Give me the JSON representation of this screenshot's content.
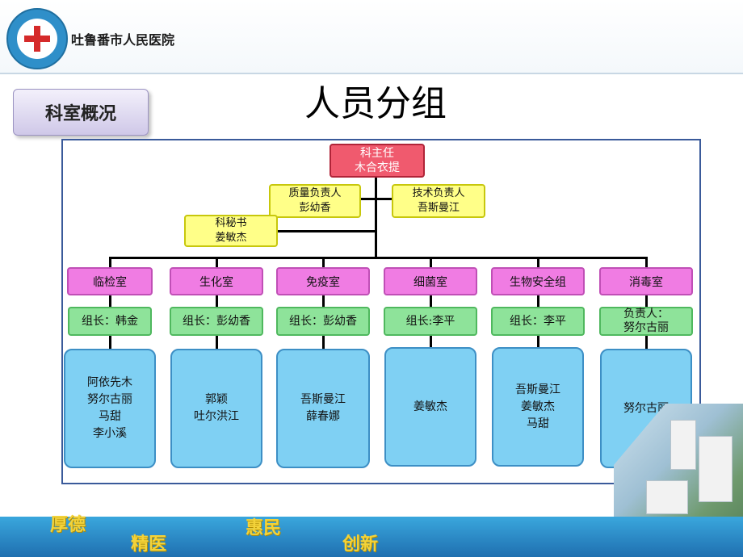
{
  "header": {
    "hospital_name": "吐鲁番市人民医院"
  },
  "section_tab": "科室概况",
  "title": "人员分组",
  "org": {
    "director": {
      "role": "科主任",
      "name": "木合衣提"
    },
    "quality": {
      "role": "质量负责人",
      "name": "彭幼香"
    },
    "tech": {
      "role": "技术负责人",
      "name": "吾斯曼江"
    },
    "secretary": {
      "role": "科秘书",
      "name": "姜敏杰"
    },
    "groups": [
      {
        "name": "临检室",
        "leader": "组长：韩金",
        "members": "阿依先木\n努尔古丽\n马甜\n李小溪"
      },
      {
        "name": "生化室",
        "leader": "组长：彭幼香",
        "members": "郭颖\n吐尔洪江"
      },
      {
        "name": "免疫室",
        "leader": "组长：彭幼香",
        "members": "吾斯曼江\n薛春娜"
      },
      {
        "name": "细菌室",
        "leader": "组长:李平",
        "members": "姜敏杰"
      },
      {
        "name": "生物安全组",
        "leader": "组长：李平",
        "members": "吾斯曼江\n姜敏杰\n马甜"
      },
      {
        "name": "消毒室",
        "leader": "负责人：\n努尔古丽",
        "members": "努尔古丽"
      }
    ]
  },
  "footer": {
    "words": [
      "厚德",
      "精医",
      "惠民",
      "创新"
    ]
  }
}
